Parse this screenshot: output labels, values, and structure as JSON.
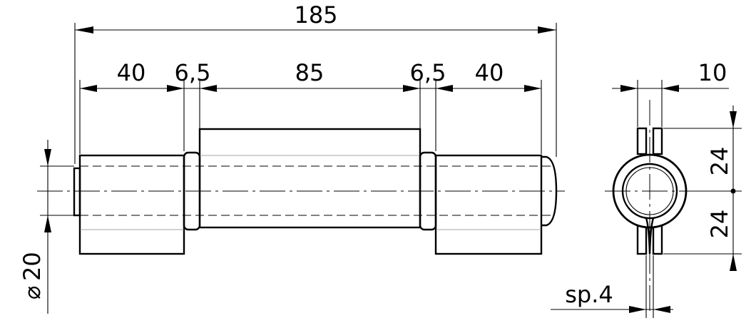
{
  "drawing": {
    "overall_length": "185",
    "segment_left": "40",
    "gap_left": "6,5",
    "segment_middle": "85",
    "gap_right": "6,5",
    "segment_right": "40",
    "diameter_symbol": "⌀",
    "diameter_value": "20",
    "side_width": "10",
    "side_height_upper": "24",
    "side_height_lower": "24",
    "thickness": "sp.4"
  }
}
